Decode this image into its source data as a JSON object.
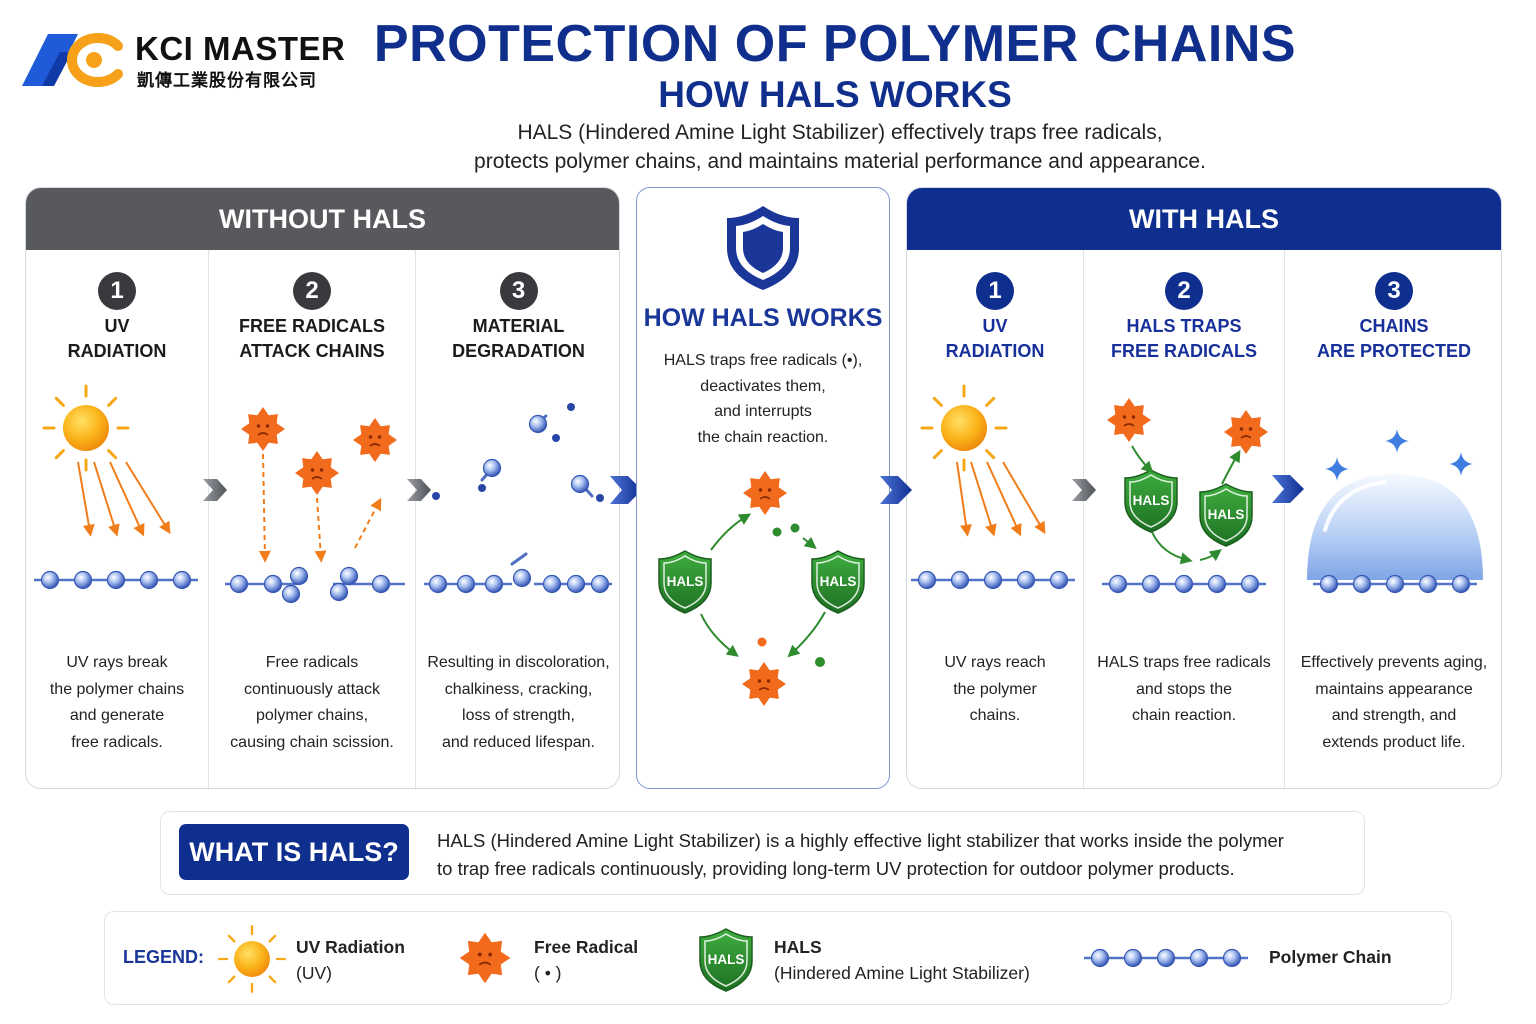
{
  "logo": {
    "name": "KCI MASTER",
    "chinese_name": "凱傳工業股份有限公司"
  },
  "header": {
    "title": "PROTECTION OF POLYMER CHAINS",
    "subtitle": "HOW HALS WORKS",
    "intro_line1": "HALS (Hindered Amine Light Stabilizer) effectively traps free radicals,",
    "intro_line2": "protects polymer chains, and maintains material performance and appearance."
  },
  "without": {
    "heading": "WITHOUT HALS",
    "steps": [
      {
        "number": "1",
        "title": "UV\nRADIATION",
        "description": "UV rays break\nthe polymer chains\nand generate\nfree radicals."
      },
      {
        "number": "2",
        "title": "FREE RADICALS\nATTACK CHAINS",
        "description": "Free radicals\ncontinuously attack\npolymer chains,\ncausing chain scission."
      },
      {
        "number": "3",
        "title": "MATERIAL\nDEGRADATION",
        "description": "Resulting in discoloration,\nchalkiness, cracking,\nloss of strength,\nand reduced lifespan."
      }
    ]
  },
  "center": {
    "title": "HOW HALS WORKS",
    "description": "HALS traps free radicals (•),\ndeactivates them,\nand interrupts\nthe chain reaction.",
    "shield_label": "HALS"
  },
  "with": {
    "heading": "WITH HALS",
    "steps": [
      {
        "number": "1",
        "title": "UV\nRADIATION",
        "description": "UV rays reach\nthe polymer\nchains."
      },
      {
        "number": "2",
        "title": "HALS TRAPS\nFREE RADICALS",
        "description": "HALS traps free radicals\nand stops the\nchain reaction."
      },
      {
        "number": "3",
        "title": "CHAINS\nARE PROTECTED",
        "description": "Effectively prevents aging,\nmaintains appearance\nand strength, and\nextends product life."
      }
    ]
  },
  "what_is": {
    "badge": "WHAT IS HALS?",
    "line1": "HALS (Hindered Amine Light Stabilizer) is a highly effective light stabilizer that works inside the polymer",
    "line2": "to trap free radicals continuously, providing long-term UV protection for outdoor polymer products."
  },
  "legend": {
    "title": "LEGEND:",
    "uv_line1": "UV Radiation",
    "uv_line2": "(UV)",
    "radical_line1": "Free Radical",
    "radical_line2": "( • )",
    "hals_line1": "HALS",
    "hals_line2": "(Hindered Amine Light Stabilizer)",
    "chain": "Polymer Chain"
  },
  "icons": [
    "sun-icon",
    "free-radical-icon",
    "hals-shield-icon",
    "polymer-chain-icon",
    "arrow-right-icon",
    "blue-shield-icon",
    "protective-dome-icon",
    "sparkle-icon"
  ],
  "colors": {
    "brand_blue": "#0f2f8f",
    "title_blue": "#102e8c",
    "without_header_gray": "#57595c",
    "uv_orange": "#f07d1a",
    "radical_orange": "#f26b1d",
    "hals_green": "#2e8b2e",
    "sun_yellow": "#f9b21b",
    "chain_blue": "#4c6fc4"
  }
}
